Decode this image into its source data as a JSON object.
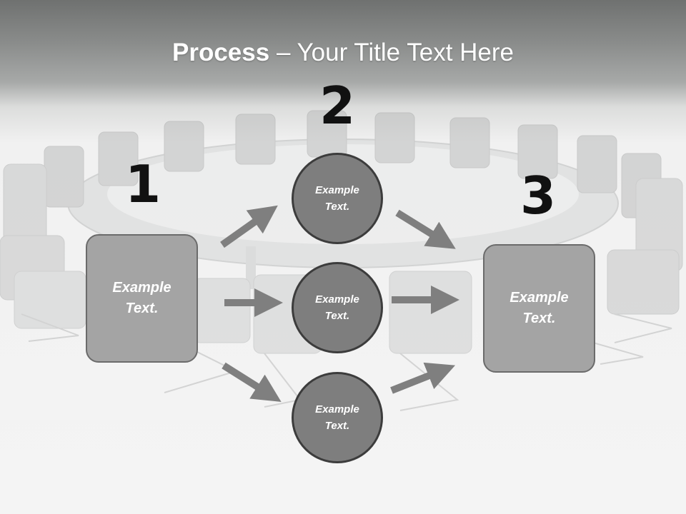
{
  "title": {
    "bold": "Process",
    "rest": " – Your Title Text Here"
  },
  "steps": [
    {
      "number": "1",
      "text": "Example\nText."
    },
    {
      "number": "2",
      "text": "Example\nText."
    },
    {
      "number": "3",
      "text": "Example\nText."
    }
  ],
  "middle_nodes": [
    {
      "text": "Example\nText."
    },
    {
      "text": "Example\nText."
    },
    {
      "text": "Example\nText."
    }
  ],
  "colors": {
    "box_fill": "#a4a4a4",
    "circle_fill": "#7e7e7e",
    "arrow": "#7f7f7f",
    "number": "#111111"
  }
}
